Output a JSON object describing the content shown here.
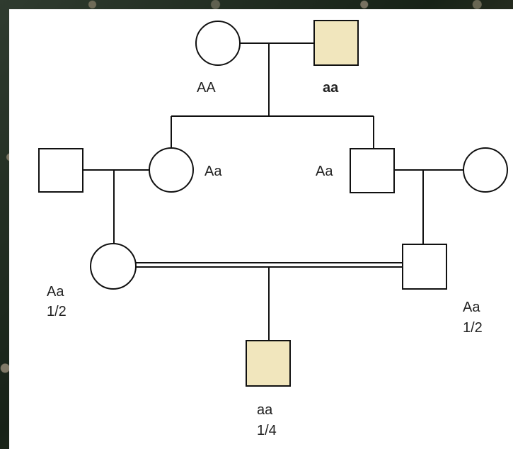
{
  "pedigree": {
    "labels": {
      "g1_female": "AA",
      "g1_male": "aa",
      "g2_daughter": "Aa",
      "g2_son": "Aa",
      "g3_female_genotype": "Aa",
      "g3_female_probability": "1/2",
      "g3_male_genotype": "Aa",
      "g3_male_probability": "1/2",
      "child_genotype": "aa",
      "child_probability": "1/4"
    },
    "colors": {
      "affected_fill": "#f1e6bd",
      "unaffected_fill": "#ffffff",
      "line": "#111111"
    },
    "consanguineous_union": true
  }
}
